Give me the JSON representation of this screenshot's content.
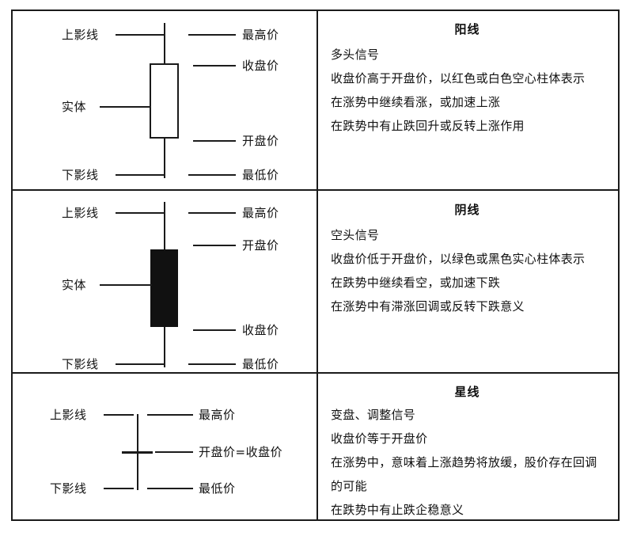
{
  "document": {
    "type": "candlestick-reference-table",
    "rows": 3,
    "columns": 2
  },
  "panels": [
    {
      "id": "yang-xian",
      "title": "阳线",
      "candle": {
        "kind": "hollow",
        "body_fill": "#ffffff",
        "outline_color": "#1a1a1a"
      },
      "diagram_labels": {
        "upper_shadow": "上影线",
        "body": "实体",
        "lower_shadow": "下影线",
        "high": "最高价",
        "close": "收盘价",
        "open": "开盘价",
        "low": "最低价"
      },
      "description_lines": [
        "多头信号",
        "收盘价高于开盘价，以红色或白色空心柱体表示",
        "在涨势中继续看涨，或加速上涨",
        "在跌势中有止跌回升或反转上涨作用"
      ]
    },
    {
      "id": "yin-xian",
      "title": "阴线",
      "candle": {
        "kind": "solid",
        "body_fill": "#111111",
        "outline_color": "#111111"
      },
      "diagram_labels": {
        "upper_shadow": "上影线",
        "body": "实体",
        "lower_shadow": "下影线",
        "high": "最高价",
        "open": "开盘价",
        "close": "收盘价",
        "low": "最低价"
      },
      "description_lines": [
        "空头信号",
        "收盘价低于开盘价，以绿色或黑色实心柱体表示",
        "在跌势中继续看空，或加速下跌",
        "在涨势中有滞涨回调或反转下跌意义"
      ]
    },
    {
      "id": "xing-xian",
      "title": "星线",
      "candle": {
        "kind": "doji",
        "body_fill": "none",
        "outline_color": "#1a1a1a"
      },
      "diagram_labels": {
        "upper_shadow": "上影线",
        "lower_shadow": "下影线",
        "high": "最高价",
        "open_equals_close": "开盘价=收盘价",
        "low": "最低价"
      },
      "description_lines": [
        "变盘、调整信号",
        "收盘价等于开盘价",
        "在涨势中，意味着上涨趋势将放缓，股价存在回调",
        "的可能",
        "在跌势中有止跌企稳意义"
      ]
    }
  ]
}
